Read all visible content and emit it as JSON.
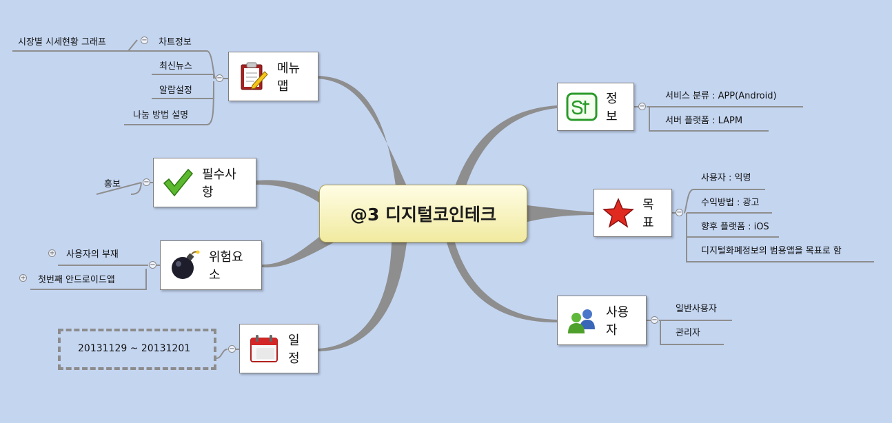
{
  "central": {
    "label": "@3 디지털코인테크"
  },
  "branches": {
    "menu": {
      "label": "메뉴맵",
      "icon": "clipboard-pencil-icon"
    },
    "required": {
      "label": "필수사항",
      "icon": "green-checkmark-icon"
    },
    "risk": {
      "label": "위험요소",
      "icon": "bomb-icon"
    },
    "schedule": {
      "label": "일정",
      "icon": "calendar-icon"
    },
    "info": {
      "label": "정보",
      "icon": "start-icon"
    },
    "goal": {
      "label": "목표",
      "icon": "red-star-icon"
    },
    "user": {
      "label": "사용자",
      "icon": "users-icon"
    }
  },
  "menu_items": {
    "chart_info": "차트정보",
    "chart_sub": "시장별 시세현황 그래프",
    "news": "최신뉴스",
    "alarm": "알람설정",
    "share": "나눔 방법 설명"
  },
  "required_items": {
    "promo": "홍보"
  },
  "risk_items": {
    "absence": "사용자의 부재",
    "first_android": "첫번째 안드로이드앱"
  },
  "schedule_items": {
    "period": "20131129 ~ 20131201"
  },
  "info_items": {
    "category": "서비스 분류 : APP(Android)",
    "platform": "서버 플랫폼 : LAPM"
  },
  "goal_items": {
    "anonymous": "사용자 : 익명",
    "revenue": "수익방법 : 광고",
    "future": "향후 플랫폼 : iOS",
    "aim": "디지털화폐정보의 범용앱을 목표로 함"
  },
  "user_items": {
    "general": "일반사용자",
    "admin": "관리자"
  },
  "toggles": {
    "collapse": "−",
    "expand": "+"
  },
  "colors": {
    "background": "#c4d5f0",
    "connector": "#8e8e8e",
    "central_fill": "#f6f0b4"
  }
}
